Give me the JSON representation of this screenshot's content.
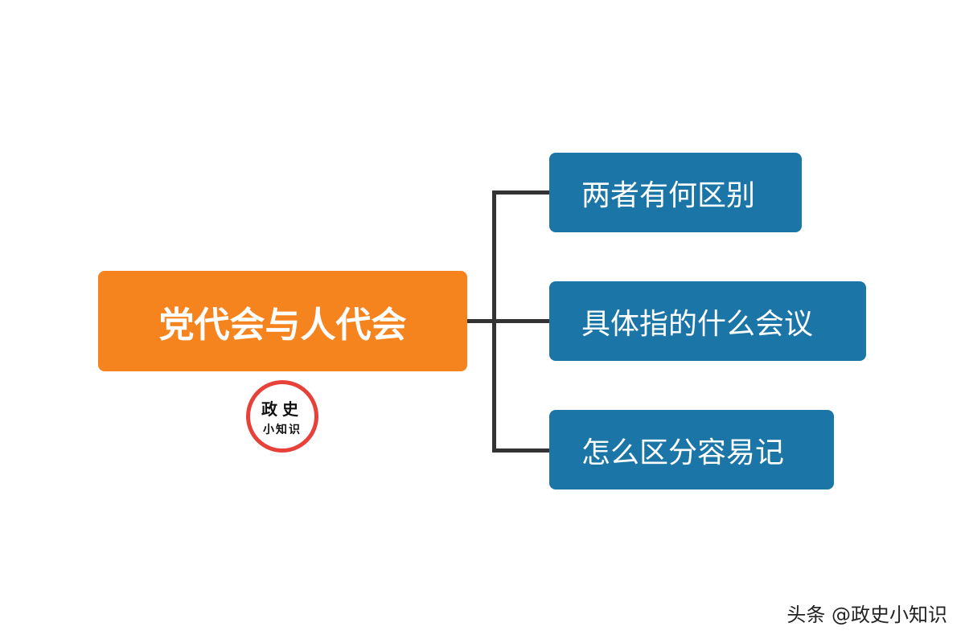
{
  "root": {
    "label": "党代会与人代会"
  },
  "children": [
    {
      "label": "两者有何区别"
    },
    {
      "label": "具体指的什么会议"
    },
    {
      "label": "怎么区分容易记"
    }
  ],
  "logo": {
    "line1": "政史",
    "line2": "小知识"
  },
  "watermark": "头条 @政史小知识",
  "colors": {
    "root": "#f5841f",
    "child": "#1b75a7",
    "connector": "#333333",
    "logo_ring": "#e8413a"
  }
}
